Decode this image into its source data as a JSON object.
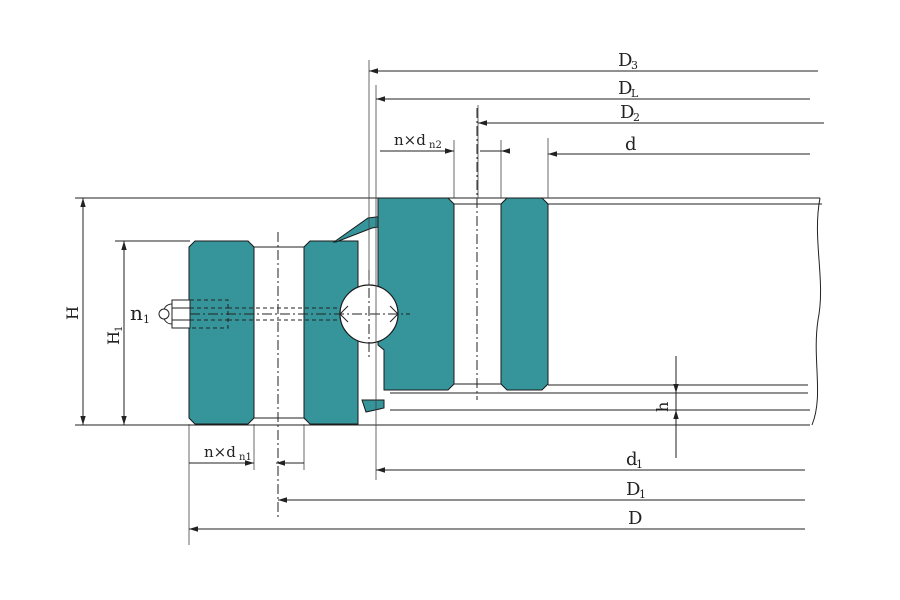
{
  "colors": {
    "ring": "#35959A",
    "line": "#222222",
    "background": "#FFFFFF"
  },
  "labels": {
    "D3_main": "D",
    "D3_sub": "3",
    "DL_main": "D",
    "DL_sub": "L",
    "D2_main": "D",
    "D2_sub": "2",
    "d": "d",
    "ndn2_main": "n×d",
    "ndn2_sub": "n2",
    "H": "H",
    "H1_main": "H",
    "H1_sub": "1",
    "n1_main": "n",
    "n1_sub": "1",
    "h": "h",
    "ndn1_main": "n×d",
    "ndn1_sub": "n1",
    "d1_main": "d",
    "d1_sub": "1",
    "D1_main": "D",
    "D1_sub": "1",
    "D": "D"
  }
}
